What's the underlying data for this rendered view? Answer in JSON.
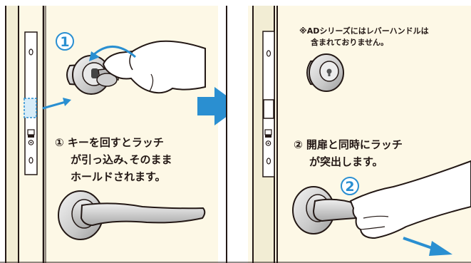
{
  "panel_left": {
    "step_badge": "1",
    "caption_lines": [
      "① キーを回すとラッチ",
      "が引っ込み､そのまま",
      "ホールドされます。"
    ]
  },
  "panel_right": {
    "step_badge": "2",
    "note_lines": [
      "※ADシリーズにはレバーハンドルは",
      "含まれておりません。"
    ],
    "caption_lines": [
      "② 開扉と同時にラッチ",
      "が突出します。"
    ]
  },
  "colors": {
    "accent_blue": "#2a8fd1",
    "panel_fill": "#fdf8e6",
    "door_edge": "#f2edd4",
    "outline": "#231815"
  }
}
